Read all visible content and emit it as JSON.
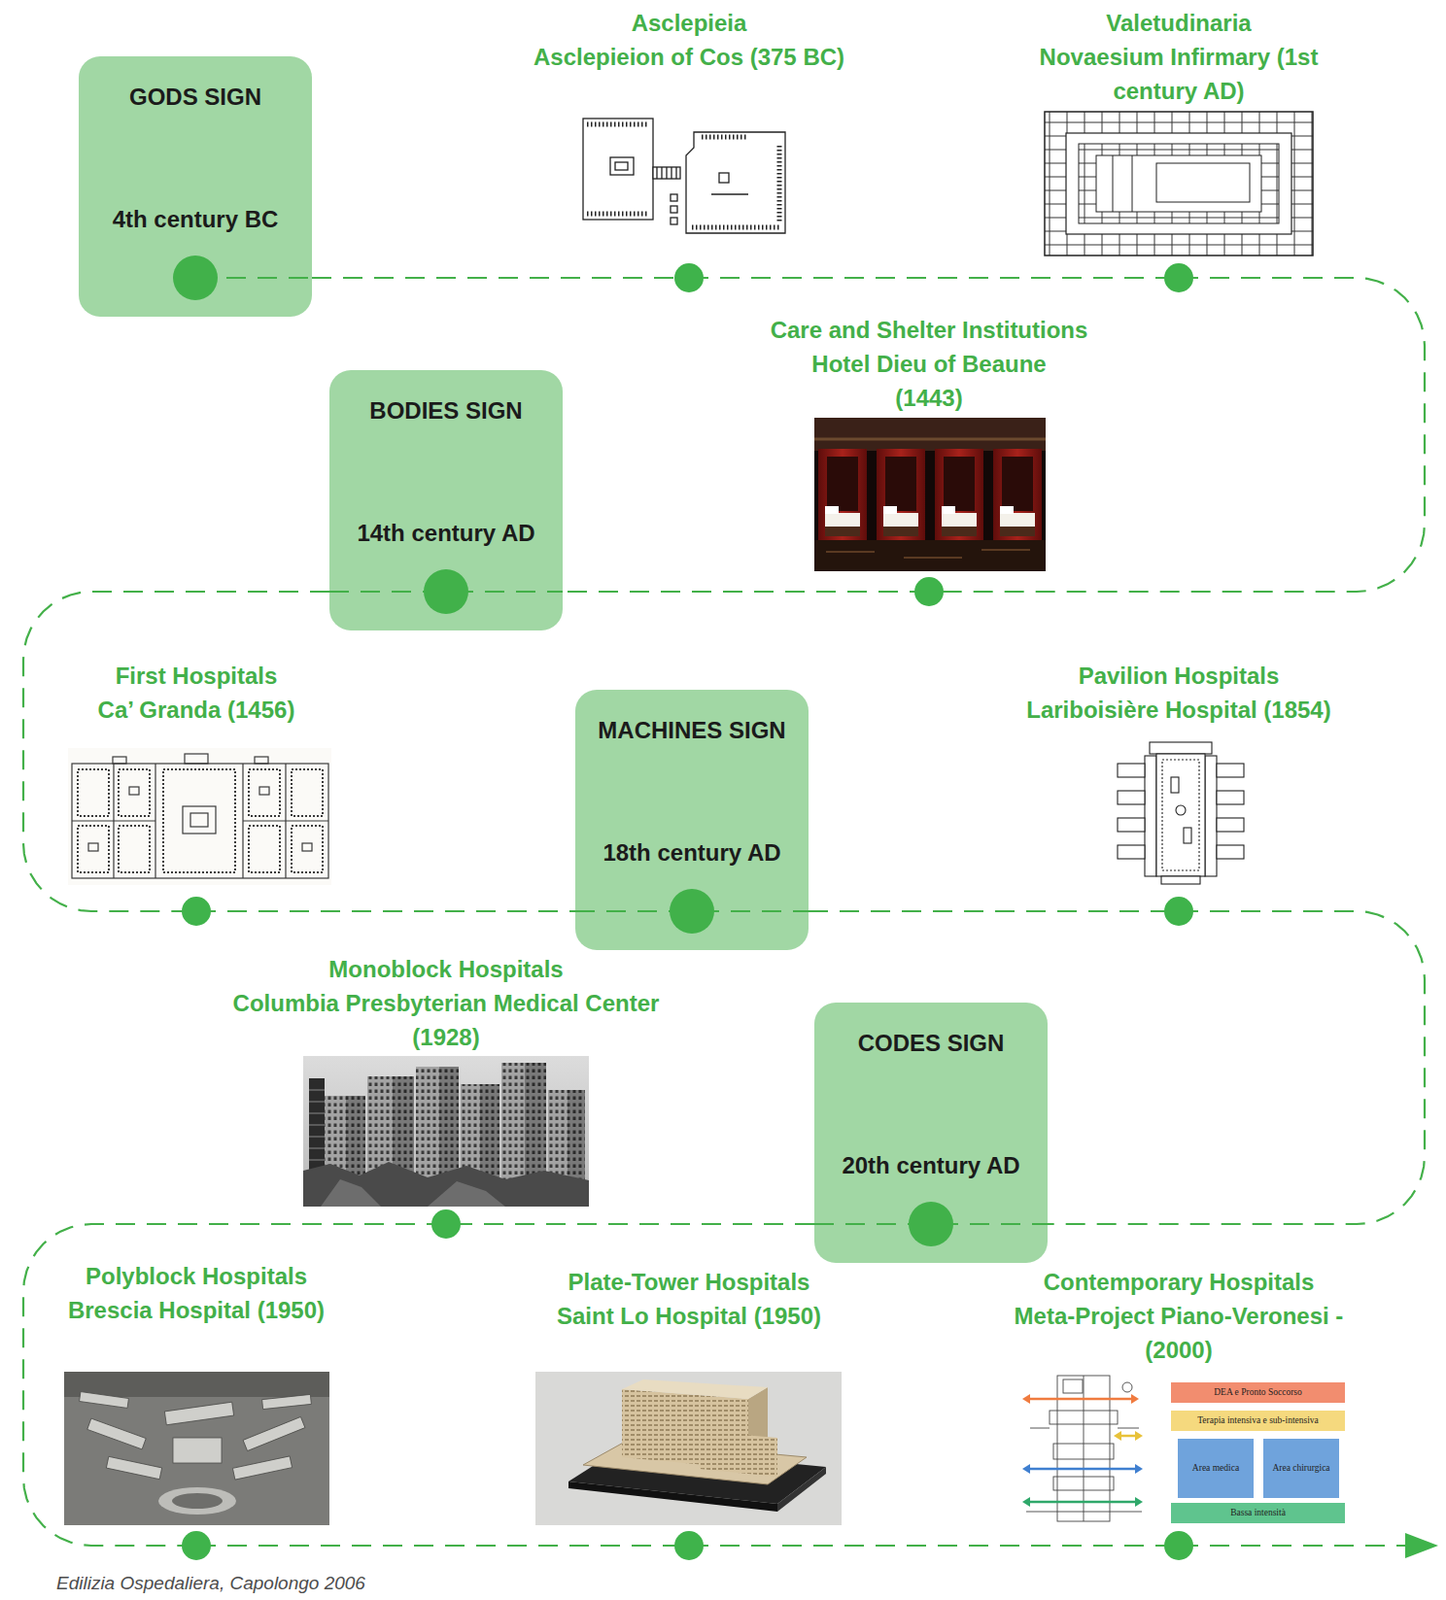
{
  "diagram": {
    "caption": "Edilizia Ospedaliera, Capolongo 2006",
    "nodes": [
      {
        "text": [
          "GODS SIGN",
          "4th century BC"
        ]
      },
      {
        "text": [
          "Asclepieia",
          "Asclepieion of Cos (375 BC)"
        ]
      },
      {
        "text": [
          "Valetudinaria",
          "Novaesium Infirmary (1st century AD)"
        ]
      },
      {
        "text": [
          "Care and Shelter Institutions",
          "Hotel Dieu of Beaune (1443)"
        ]
      },
      {
        "text": [
          "BODIES SIGN",
          "14th century AD"
        ]
      },
      {
        "text": [
          "First Hospitals",
          "Ca’ Granda (1456)"
        ]
      },
      {
        "text": [
          "MACHINES SIGN",
          "18th century AD"
        ]
      },
      {
        "text": [
          "Pavilion Hospitals",
          "Lariboisière Hospital (1854)"
        ]
      },
      {
        "text": [
          "CODES SIGN",
          "20th century AD"
        ]
      },
      {
        "text": [
          "Monoblock Hospitals",
          "Columbia Presbyterian Medical Center (1928)"
        ]
      },
      {
        "text": [
          "Polyblock Hospitals",
          "Brescia Hospital (1950)"
        ]
      },
      {
        "text": [
          "Plate-Tower Hospitals",
          "Saint Lo Hospital (1950)"
        ]
      },
      {
        "text": [
          "Contemporary Hospitals",
          "Meta-Project Piano-Veronesi - (2000)"
        ]
      },
      {
        "text": [
          "DEA e Pronto Soccorso"
        ],
        "in": 12
      },
      {
        "text": [
          "Terapia intensiva e sub-intensiva"
        ],
        "in": 12
      },
      {
        "text": [
          "Area medica"
        ],
        "in": 12
      },
      {
        "text": [
          "Area chirurgica"
        ],
        "in": 12
      },
      {
        "text": [
          "Bassa intensità"
        ],
        "in": 12
      }
    ],
    "edges": [
      {
        "from": 0,
        "to": 1,
        "arrow": "none"
      },
      {
        "from": 1,
        "to": 2,
        "arrow": "none"
      },
      {
        "from": 2,
        "to": 3,
        "arrow": "none"
      },
      {
        "from": 3,
        "to": 4,
        "arrow": "none"
      },
      {
        "from": 4,
        "to": 5,
        "arrow": "none"
      },
      {
        "from": 5,
        "to": 6,
        "arrow": "none"
      },
      {
        "from": 6,
        "to": 7,
        "arrow": "none"
      },
      {
        "from": 7,
        "to": 8,
        "arrow": "none"
      },
      {
        "from": 8,
        "to": 9,
        "arrow": "none"
      },
      {
        "from": 9,
        "to": 10,
        "arrow": "none"
      },
      {
        "from": 10,
        "to": 11,
        "arrow": "none"
      },
      {
        "from": 11,
        "to": 12,
        "arrow": "none"
      }
    ]
  }
}
